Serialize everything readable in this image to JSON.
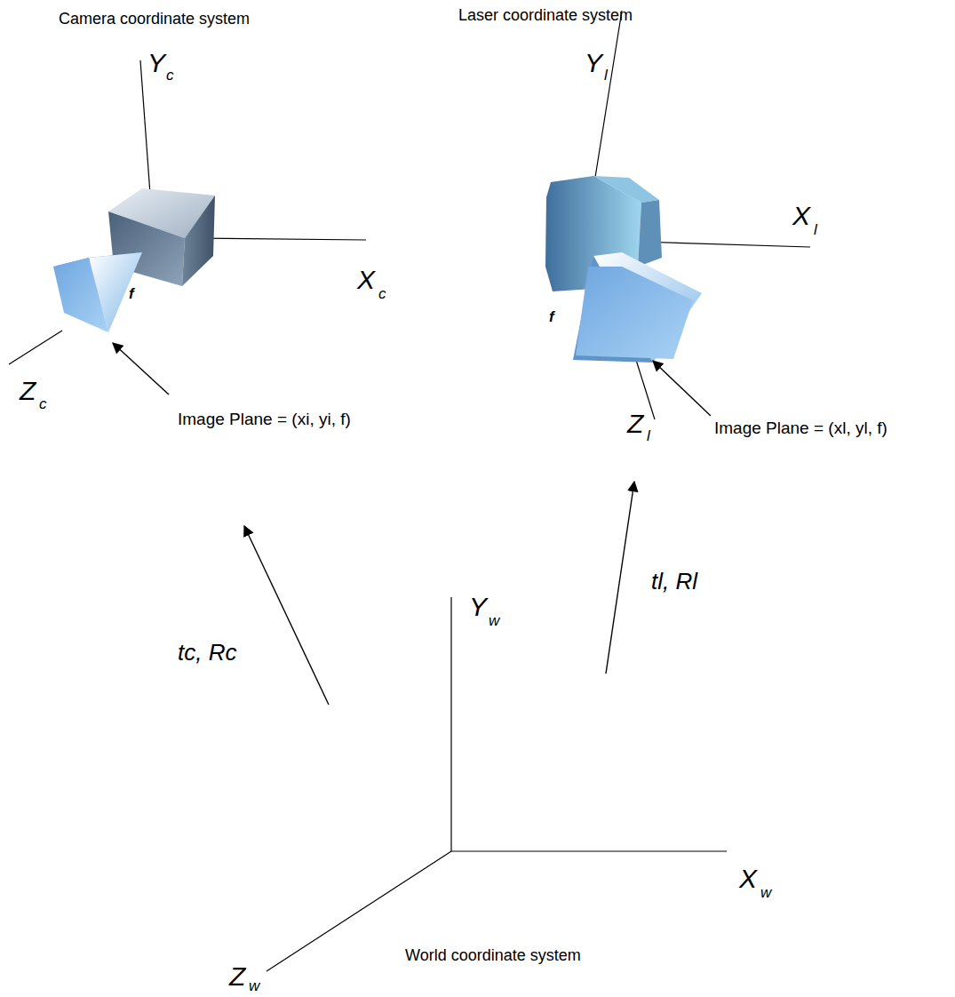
{
  "diagram": {
    "labels": [
      "Camera coordinate system",
      "Y",
      "c",
      "X",
      "c",
      "Z",
      "c",
      "f",
      "Image Plane = (xi, yi, f)",
      "Laser coordinate system",
      "Y",
      "l",
      "X",
      "l",
      "f",
      "Z",
      "l",
      "Image Plane = (xl, yl, f)",
      "tc, Rc",
      "tl, Rl",
      "Y",
      "w",
      "X",
      "w",
      "Z",
      "w",
      "World coordinate system"
    ]
  }
}
